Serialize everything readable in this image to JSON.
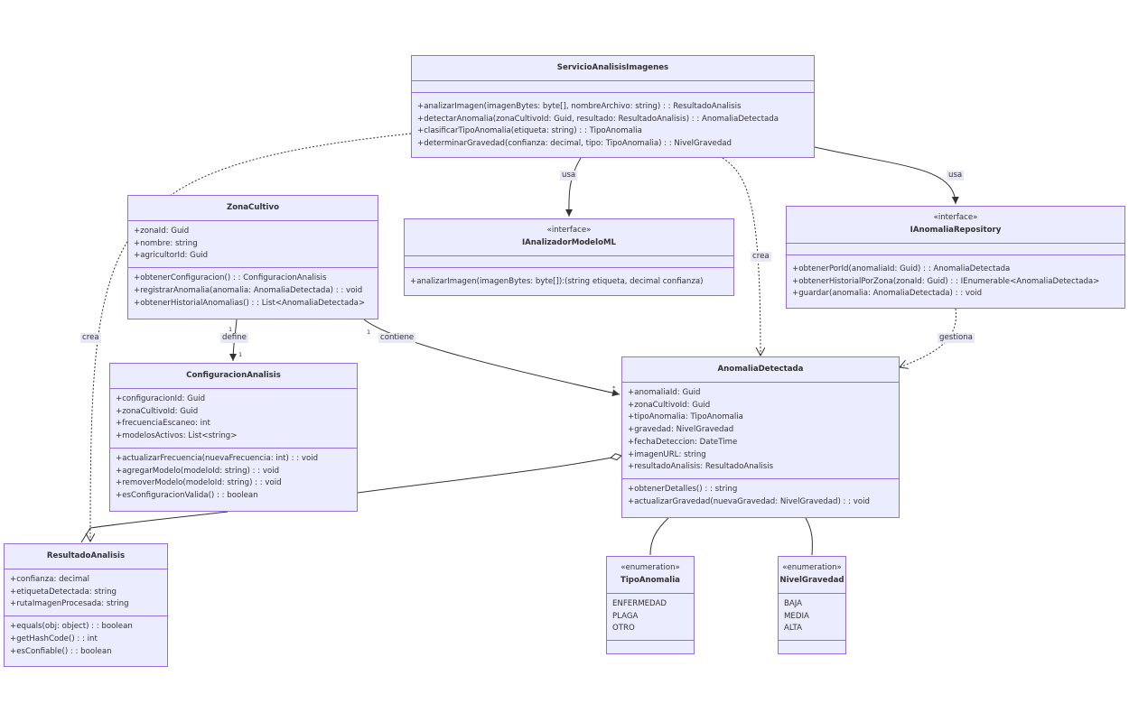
{
  "classes": {
    "servicio": {
      "name": "ServicioAnalisisImagenes",
      "attributes": [],
      "methods": [
        "+analizarImagen(imagenBytes: byte[], nombreArchivo: string) : : ResultadoAnalisis",
        "+detectarAnomalia(zonaCultivoId: Guid, resultado: ResultadoAnalisis) : : AnomaliaDetectada",
        "+clasificarTipoAnomalia(etiqueta: string) : : TipoAnomalia",
        "+determinarGravedad(confianza: decimal, tipo: TipoAnomalia) : : NivelGravedad"
      ]
    },
    "zona": {
      "name": "ZonaCultivo",
      "attributes": [
        "+zonaId: Guid",
        "+nombre: string",
        "+agricultorId: Guid"
      ],
      "methods": [
        "+obtenerConfiguracion() : : ConfiguracionAnalisis",
        "+registrarAnomalia(anomalia: AnomaliaDetectada) : : void",
        "+obtenerHistorialAnomalias() : : List<AnomaliaDetectada>"
      ]
    },
    "analizador": {
      "stereotype": "«interface»",
      "name": "IAnalizadorModeloML",
      "attributes": [],
      "methods": [
        "+analizarImagen(imagenBytes: byte[]):(string etiqueta, decimal confianza)"
      ]
    },
    "repo": {
      "stereotype": "«interface»",
      "name": "IAnomaliaRepository",
      "attributes": [],
      "methods": [
        "+obtenerPorId(anomaliaId: Guid) : : AnomaliaDetectada",
        "+obtenerHistorialPorZona(zonaId: Guid) : : IEnumerable<AnomaliaDetectada>",
        "+guardar(anomalia: AnomaliaDetectada) : : void"
      ]
    },
    "config": {
      "name": "ConfiguracionAnalisis",
      "attributes": [
        "+configuracionId: Guid",
        "+zonaCultivoId: Guid",
        "+frecuenciaEscaneo: int",
        "+modelosActivos: List<string>"
      ],
      "methods": [
        "+actualizarFrecuencia(nuevaFrecuencia: int) : : void",
        "+agregarModelo(modeloId: string) : : void",
        "+removerModelo(modeloId: string) : : void",
        "+esConfiguracionValida() : : boolean"
      ]
    },
    "anomalia": {
      "name": "AnomaliaDetectada",
      "attributes": [
        "+anomaliaId: Guid",
        "+zonaCultivoId: Guid",
        "+tipoAnomalia: TipoAnomalia",
        "+gravedad: NivelGravedad",
        "+fechaDeteccion: DateTime",
        "+imagenURL: string",
        "+resultadoAnalisis: ResultadoAnalisis"
      ],
      "methods": [
        "+obtenerDetalles() : : string",
        "+actualizarGravedad(nuevaGravedad: NivelGravedad) : : void"
      ]
    },
    "resultado": {
      "name": "ResultadoAnalisis",
      "attributes": [
        "+confianza: decimal",
        "+etiquetaDetectada: string",
        "+rutaImagenProcesada: string"
      ],
      "methods": [
        "+equals(obj: object) : : boolean",
        "+getHashCode() : : int",
        "+esConfiable() : : boolean"
      ]
    },
    "tipo": {
      "stereotype": "«enumeration»",
      "name": "TipoAnomalia",
      "attributes": [
        "ENFERMEDAD",
        "PLAGA",
        "OTRO"
      ],
      "methods": []
    },
    "nivel": {
      "stereotype": "«enumeration»",
      "name": "NivelGravedad",
      "attributes": [
        "BAJA",
        "MEDIA",
        "ALTA"
      ],
      "methods": []
    }
  },
  "relations": {
    "usa_analizador": "usa",
    "usa_repo": "usa",
    "crea_anomalia": "crea",
    "crea_resultado": "crea",
    "define": "define",
    "contiene": "contiene",
    "gestiona": "gestiona",
    "define_card_from": "1",
    "define_card_to": "1",
    "contiene_card_from": "1",
    "contiene_card_to": "*"
  }
}
